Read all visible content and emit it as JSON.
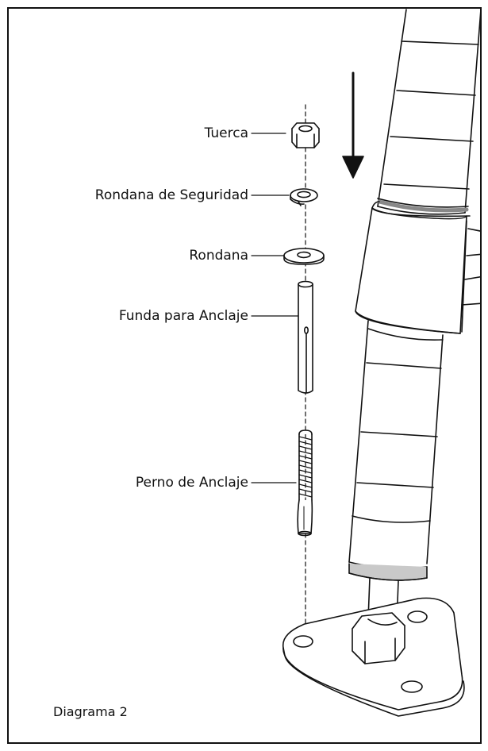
{
  "labels": {
    "tuerca": "Tuerca",
    "rondana_seguridad": "Rondana de Seguridad",
    "rondana": "Rondana",
    "funda": "Funda para Anclaje",
    "perno": "Perno de Anclaje"
  },
  "caption": "Diagrama 2"
}
